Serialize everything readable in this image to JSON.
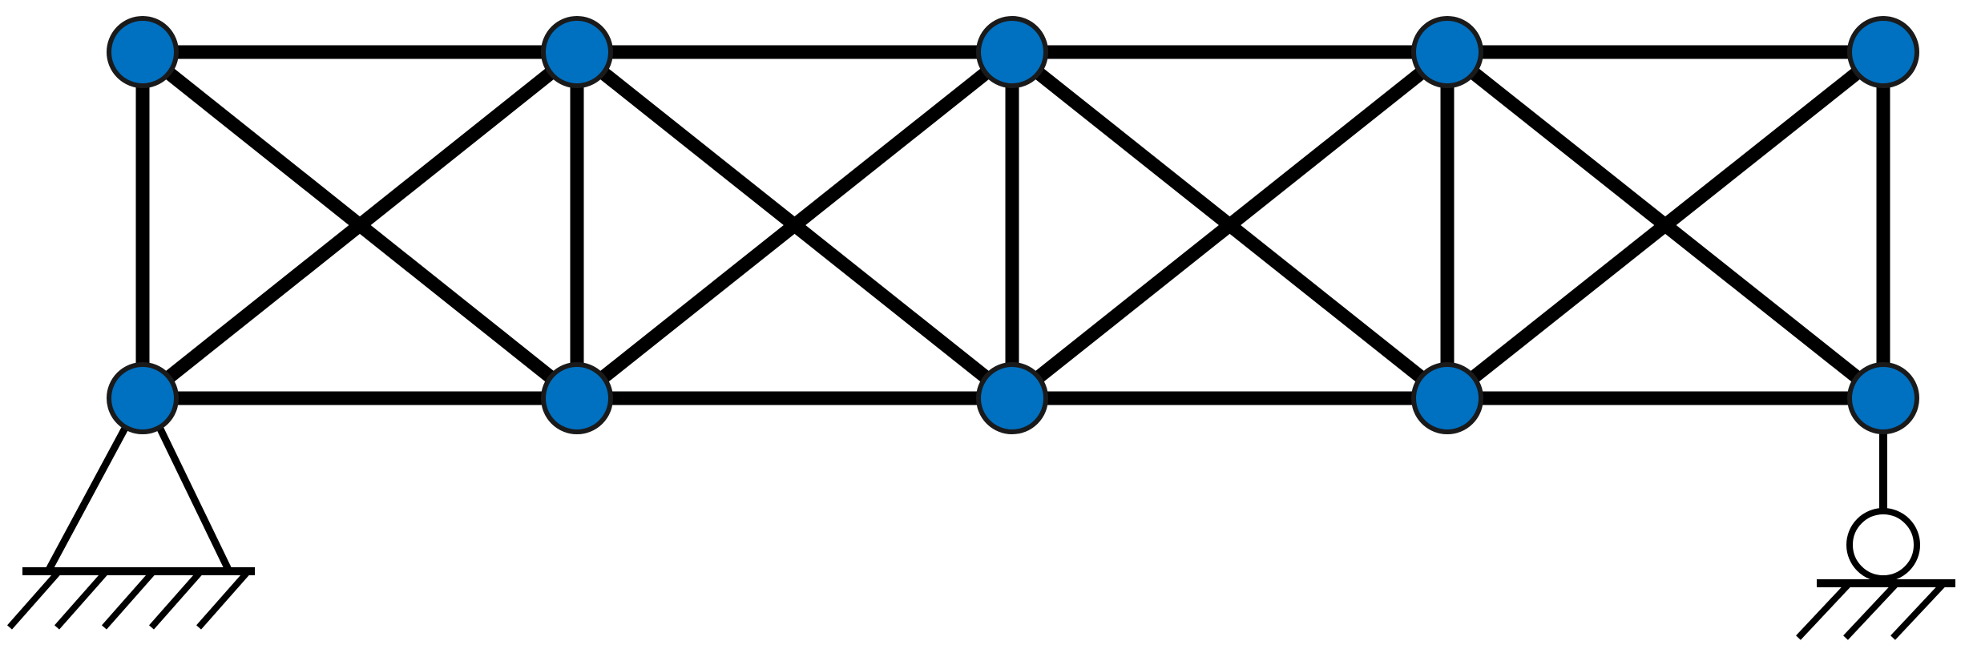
{
  "diagram": {
    "type": "truss",
    "colors": {
      "member": "#000000",
      "joint_fill": "#0070C0",
      "joint_stroke": "#1a1a1a",
      "support": "#000000",
      "roller_fill": "#ffffff"
    },
    "joints": [
      {
        "id": "top-1",
        "row": "top",
        "col": 1
      },
      {
        "id": "top-2",
        "row": "top",
        "col": 2
      },
      {
        "id": "top-3",
        "row": "top",
        "col": 3
      },
      {
        "id": "top-4",
        "row": "top",
        "col": 4
      },
      {
        "id": "top-5",
        "row": "top",
        "col": 5
      },
      {
        "id": "bottom-1",
        "row": "bottom",
        "col": 1
      },
      {
        "id": "bottom-2",
        "row": "bottom",
        "col": 2
      },
      {
        "id": "bottom-3",
        "row": "bottom",
        "col": 3
      },
      {
        "id": "bottom-4",
        "row": "bottom",
        "col": 4
      },
      {
        "id": "bottom-5",
        "row": "bottom",
        "col": 5
      }
    ],
    "members": [
      {
        "id": "top-chord-1",
        "from": "top-1",
        "to": "top-2"
      },
      {
        "id": "top-chord-2",
        "from": "top-2",
        "to": "top-3"
      },
      {
        "id": "top-chord-3",
        "from": "top-3",
        "to": "top-4"
      },
      {
        "id": "top-chord-4",
        "from": "top-4",
        "to": "top-5"
      },
      {
        "id": "bottom-chord-1",
        "from": "bottom-1",
        "to": "bottom-2"
      },
      {
        "id": "bottom-chord-2",
        "from": "bottom-2",
        "to": "bottom-3"
      },
      {
        "id": "bottom-chord-3",
        "from": "bottom-3",
        "to": "bottom-4"
      },
      {
        "id": "bottom-chord-4",
        "from": "bottom-4",
        "to": "bottom-5"
      },
      {
        "id": "vertical-1",
        "from": "top-1",
        "to": "bottom-1"
      },
      {
        "id": "vertical-2",
        "from": "top-2",
        "to": "bottom-2"
      },
      {
        "id": "vertical-3",
        "from": "top-3",
        "to": "bottom-3"
      },
      {
        "id": "vertical-4",
        "from": "top-4",
        "to": "bottom-4"
      },
      {
        "id": "vertical-5",
        "from": "top-5",
        "to": "bottom-5"
      },
      {
        "id": "diagonal-down-1",
        "from": "top-1",
        "to": "bottom-2"
      },
      {
        "id": "diagonal-up-1",
        "from": "bottom-1",
        "to": "top-2"
      },
      {
        "id": "diagonal-down-2",
        "from": "top-2",
        "to": "bottom-3"
      },
      {
        "id": "diagonal-up-2",
        "from": "bottom-2",
        "to": "top-3"
      },
      {
        "id": "diagonal-down-3",
        "from": "top-3",
        "to": "bottom-4"
      },
      {
        "id": "diagonal-up-3",
        "from": "bottom-3",
        "to": "top-4"
      },
      {
        "id": "diagonal-down-4",
        "from": "top-4",
        "to": "bottom-5"
      },
      {
        "id": "diagonal-up-4",
        "from": "bottom-4",
        "to": "top-5"
      }
    ],
    "supports": [
      {
        "id": "pin-support",
        "kind": "pin",
        "joint": "bottom-1"
      },
      {
        "id": "roller-support",
        "kind": "roller",
        "joint": "bottom-5"
      }
    ]
  }
}
